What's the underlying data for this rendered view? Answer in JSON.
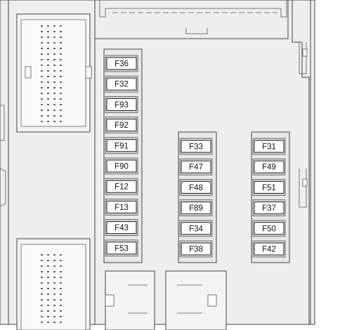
{
  "fuse_box": {
    "columns": [
      {
        "id": "left",
        "fuses": [
          "F36",
          "F32",
          "F93",
          "F92",
          "F91",
          "F90",
          "F12",
          "F13",
          "F43",
          "F53"
        ]
      },
      {
        "id": "middle",
        "fuses": [
          "F33",
          "F47",
          "F48",
          "F89",
          "F34",
          "F38"
        ]
      },
      {
        "id": "right",
        "fuses": [
          "F31",
          "F49",
          "F51",
          "F37",
          "F50",
          "F42"
        ]
      }
    ]
  },
  "colors": {
    "background": "#ffffff",
    "housing": "#eeeeee",
    "line": "#444444",
    "fuse_fill": "#ffffff"
  }
}
